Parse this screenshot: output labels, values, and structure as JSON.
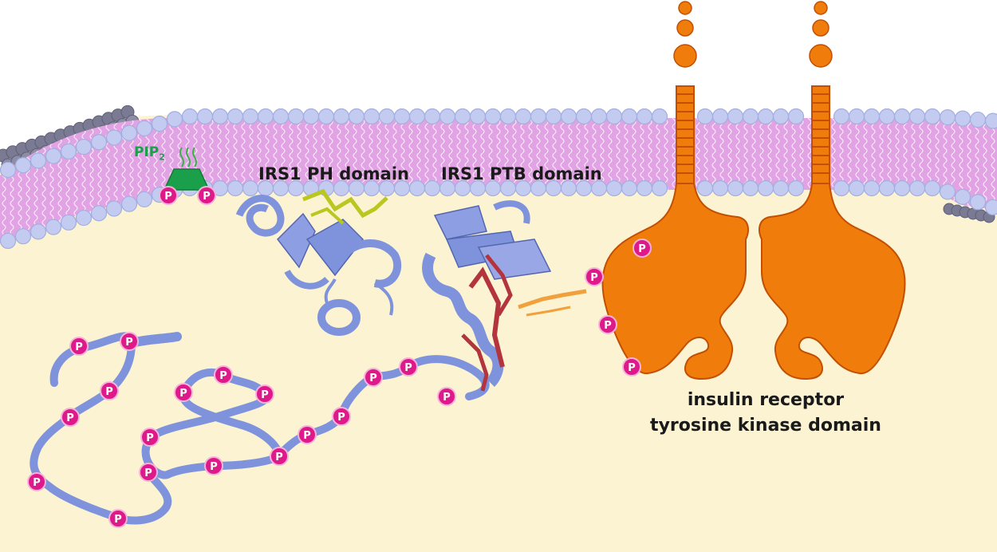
{
  "labels": {
    "pip_main": "PIP",
    "pip_sub": "2",
    "ph_domain": "IRS1 PH domain",
    "ptb_domain": "IRS1 PTB domain",
    "receptor_line1": "insulin receptor",
    "receptor_line2": "tyrosine kinase domain",
    "phospho_symbol": "P"
  },
  "colors": {
    "cytoplasm": "#fbf3d2",
    "membrane_tails": "#e2a3e4",
    "lipid_heads": "#c3cbf0",
    "receptor": "#f07d0b",
    "receptor_outline": "#c24f02",
    "irs_tail": "#7f93dc",
    "phosphate": "#de1a8b",
    "pip2": "#1aa04a"
  },
  "icons": [
    "phosphate-icon",
    "pip2-headgroup-icon",
    "steam-icon"
  ]
}
